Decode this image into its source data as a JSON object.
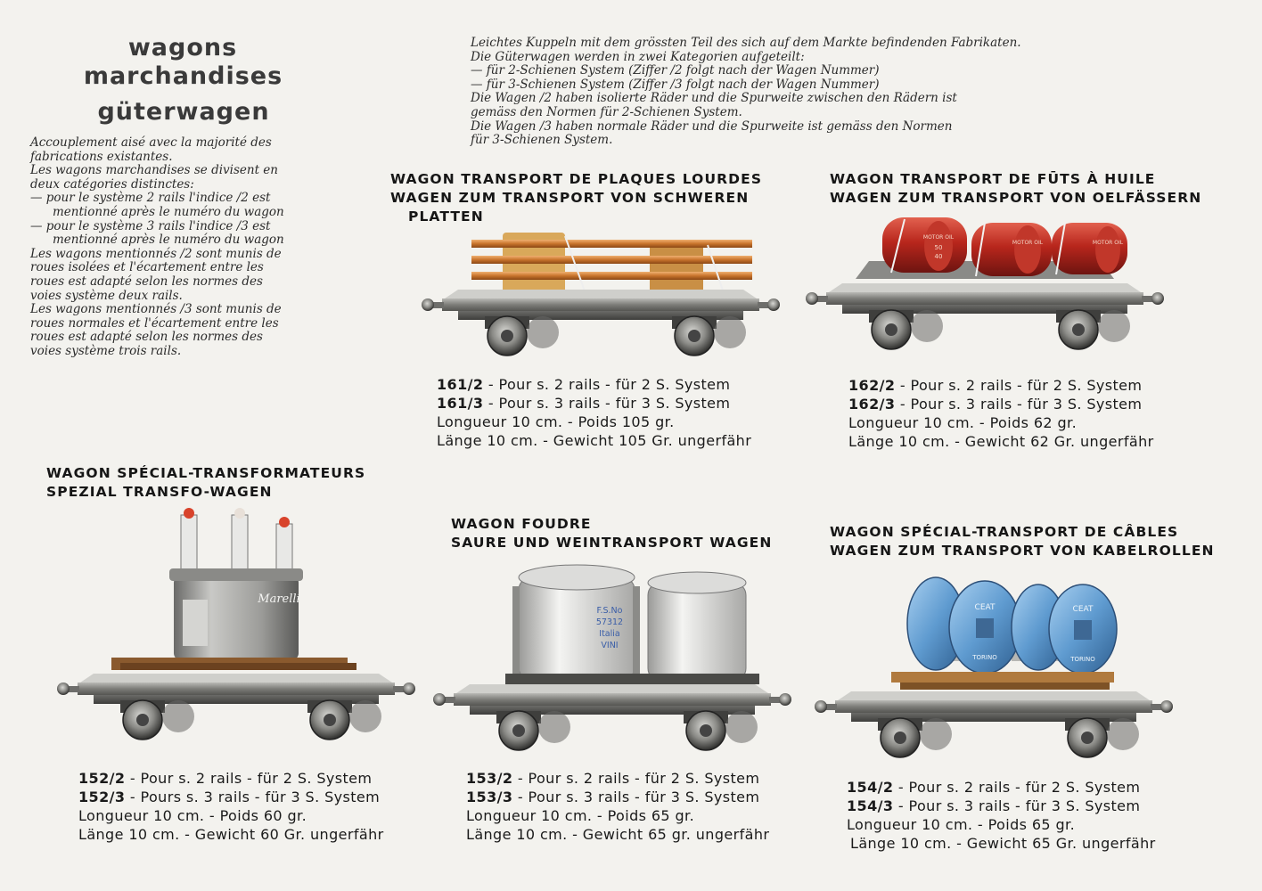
{
  "header": {
    "title_lines": [
      "wagons",
      "marchandises",
      "güterwagen"
    ]
  },
  "intro_fr": [
    "Accouplement aisé avec la majorité des",
    "fabrications existantes.",
    "Les wagons marchandises se divisent en",
    "deux catégories distinctes:",
    "— pour le système 2 rails l'indice /2 est",
    "    mentionné après le numéro du wagon",
    "— pour le système 3 rails l'indice /3 est",
    "    mentionné après le numéro du wagon",
    "Les wagons mentionnés /2 sont munis de",
    "roues isolées et l'écartement entre les",
    "roues est adapté selon les normes des",
    "voies système deux rails.",
    "Les wagons mentionnés /3 sont munis de",
    "roues normales et l'écartement entre les",
    "roues est adapté selon les normes des",
    "voies système trois rails."
  ],
  "intro_de": [
    "Leichtes Kuppeln mit dem grössten Teil des sich auf dem Markte befindenden Fabrikaten.",
    "Die Güterwagen werden in zwei Kategorien aufgeteilt:",
    "— für 2-Schienen System (Ziffer /2 folgt nach der Wagen Nummer)",
    "— für 3-Schienen System (Ziffer /3 folgt nach der Wagen Nummer)",
    "Die Wagen /2 haben isolierte Räder und die Spurweite zwischen den Rädern ist",
    "gemäss den Normen für 2-Schienen System.",
    "Die Wagen /3 haben normale Räder und die Spurweite ist gemäss den Normen",
    "für 3-Schienen System."
  ],
  "products": [
    {
      "title": [
        "WAGON TRANSPORT DE PLAQUES LOURDES",
        "WAGEN ZUM TRANSPORT VON SCHWEREN",
        "    PLATTEN"
      ],
      "num2": "161/2",
      "rail2": " - Pour s. 2 rails - für 2 S. System",
      "num3": "161/3",
      "rail3": " - Pour s. 3 rails - für 3 S. System",
      "len_fr": "Longueur 10 cm. - Poids 105 gr.",
      "len_de": "Länge 10 cm. - Gewicht 105 Gr. ungerfähr"
    },
    {
      "title": [
        "WAGON TRANSPORT DE FŪTS À HUILE",
        "WAGEN ZUM TRANSPORT VON OELFÄSSERN"
      ],
      "num2": "162/2",
      "rail2": " - Pour s. 2 rails - für 2 S. System",
      "num3": "162/3",
      "rail3": " - Pour s. 3 rails - für 3 S. System",
      "len_fr": "Longueur 10 cm. - Poids 62 gr.",
      "len_de": "Länge 10 cm. - Gewicht 62 Gr. ungerfähr",
      "barrel_text": [
        "MOTOR OIL",
        "50",
        "40"
      ]
    },
    {
      "title": [
        "WAGON SPÉCIAL-TRANSFORMATEURS",
        "SPEZIAL TRANSFO-WAGEN"
      ],
      "num2": "152/2",
      "rail2": " - Pour s. 2 rails - für 2 S. System",
      "num3": "152/3",
      "rail3": " - Pours s. 3 rails - für 3 S. System",
      "len_fr": "Longueur 10 cm. - Poids 60 gr.",
      "len_de": "Länge 10 cm. - Gewicht 60 Gr. ungerfähr",
      "brand": "Marelli"
    },
    {
      "title": [
        "WAGON FOUDRE",
        "SAURE UND WEINTRANSPORT WAGEN"
      ],
      "num2": "153/2",
      "rail2": " - Pour s. 2 rails - für 2 S. System",
      "num3": "153/3",
      "rail3": " - Pour s. 3 rails - für 3 S. System",
      "len_fr": "Longueur 10 cm. - Poids 65 gr.",
      "len_de": "Länge 10 cm. - Gewicht 65 gr. ungerfähr",
      "tank_text": [
        "F.S.No",
        "57312",
        "Italia",
        "VINI"
      ]
    },
    {
      "title": [
        "WAGON SPÉCIAL-TRANSPORT DE CÂBLES",
        "WAGEN ZUM TRANSPORT VON KABELROLLEN"
      ],
      "num2": "154/2",
      "rail2": " - Pour s. 2 rails - für 2 S. System",
      "num3": "154/3",
      "rail3": " - Pour s. 3 rails - für 3 S. System",
      "len_fr": "Longueur 10 cm. - Poids 65 gr.",
      "len_de": "Länge 10 cm. - Gewicht 65 Gr. ungerfähr",
      "reel_text": [
        "CEAT",
        "TORINO"
      ]
    }
  ],
  "colors": {
    "paper": "#f3f2ee",
    "wagon_grey": "#8f8f8c",
    "oil_red": "#b8261c",
    "cable_blue": "#5f9bd0",
    "plate_orange": "#c8742c",
    "plank_brown": "#8a5a2e"
  }
}
